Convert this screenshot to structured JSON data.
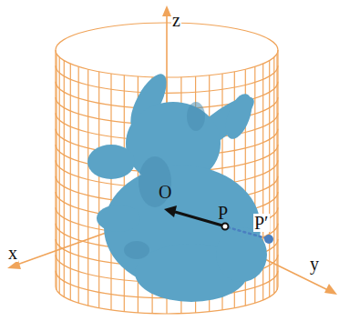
{
  "diagram": {
    "labels": [
      "z",
      "x",
      "y",
      "O",
      "P",
      "P′"
    ]
  }
}
